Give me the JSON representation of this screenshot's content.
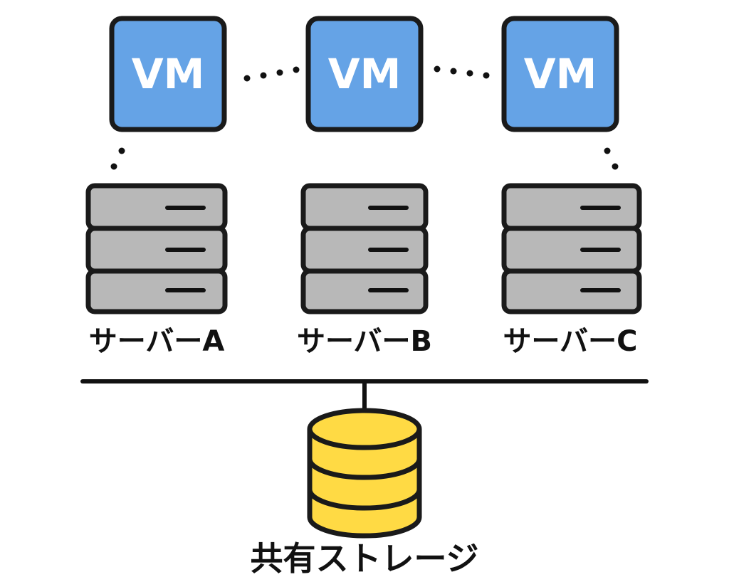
{
  "vms": [
    {
      "label": "VM"
    },
    {
      "label": "VM"
    },
    {
      "label": "VM"
    }
  ],
  "servers": [
    {
      "label": "サーバーA"
    },
    {
      "label": "サーバーB"
    },
    {
      "label": "サーバーC"
    }
  ],
  "storage": {
    "label": "共有ストレージ"
  },
  "colors": {
    "vm_fill": "#65A3E6",
    "server_fill": "#B8B8B8",
    "storage_fill": "#FFDA44",
    "outline": "#1a1a1a"
  }
}
